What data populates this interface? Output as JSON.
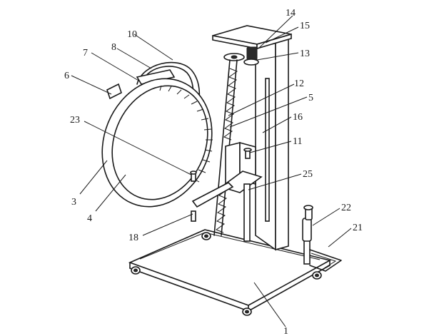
{
  "labels": {
    "l1": "1",
    "l3": "3",
    "l4": "4",
    "l5": "5",
    "l6": "6",
    "l7": "7",
    "l8": "8",
    "l10": "10",
    "l11": "11",
    "l12": "12",
    "l13": "13",
    "l14": "14",
    "l15": "15",
    "l16": "16",
    "l18": "18",
    "l21": "21",
    "l22": "22",
    "l23": "23",
    "l25": "25"
  }
}
